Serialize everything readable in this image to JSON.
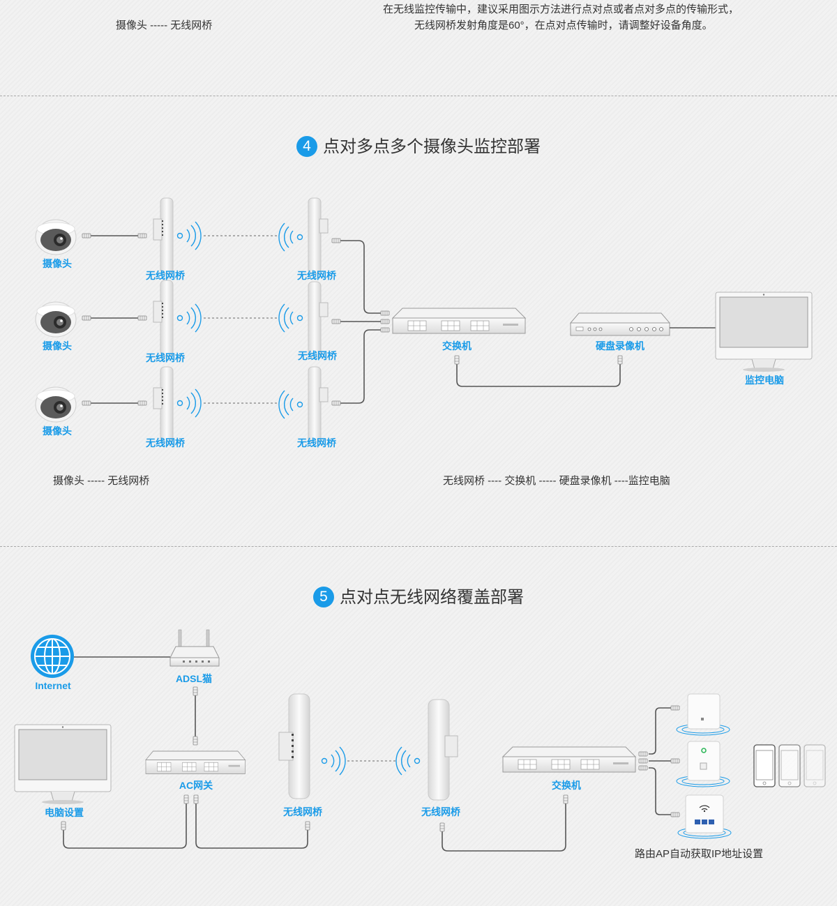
{
  "top": {
    "left_note": "摄像头 ----- 无线网桥",
    "right_note_1": "在无线监控传输中，建议采用图示方法进行点对点或者点对多点的传输形式，",
    "right_note_2": "无线网桥发射角度是60°，在点对点传输时，请调整好设备角度。"
  },
  "section4": {
    "number": "4",
    "title": "点对多点多个摄像头监控部署",
    "camera_label": "摄像头",
    "bridge_label": "无线网桥",
    "switch_label": "交换机",
    "nvr_label": "硬盘录像机",
    "monitor_label": "监控电脑",
    "note_left": "摄像头 ----- 无线网桥",
    "note_right": "无线网桥 ---- 交换机 ----- 硬盘录像机 ----监控电脑"
  },
  "section5": {
    "number": "5",
    "title": "点对点无线网络覆盖部署",
    "internet_label": "Internet",
    "adsl_label": "ADSL猫",
    "pc_label": "电脑设置",
    "ac_label": "AC网关",
    "bridge_label": "无线网桥",
    "switch_label": "交换机",
    "ap_note": "路由AP自动获取IP地址设置"
  },
  "colors": {
    "accent": "#1a9be8",
    "cable": "#555555",
    "device": "#e6e6e6"
  }
}
